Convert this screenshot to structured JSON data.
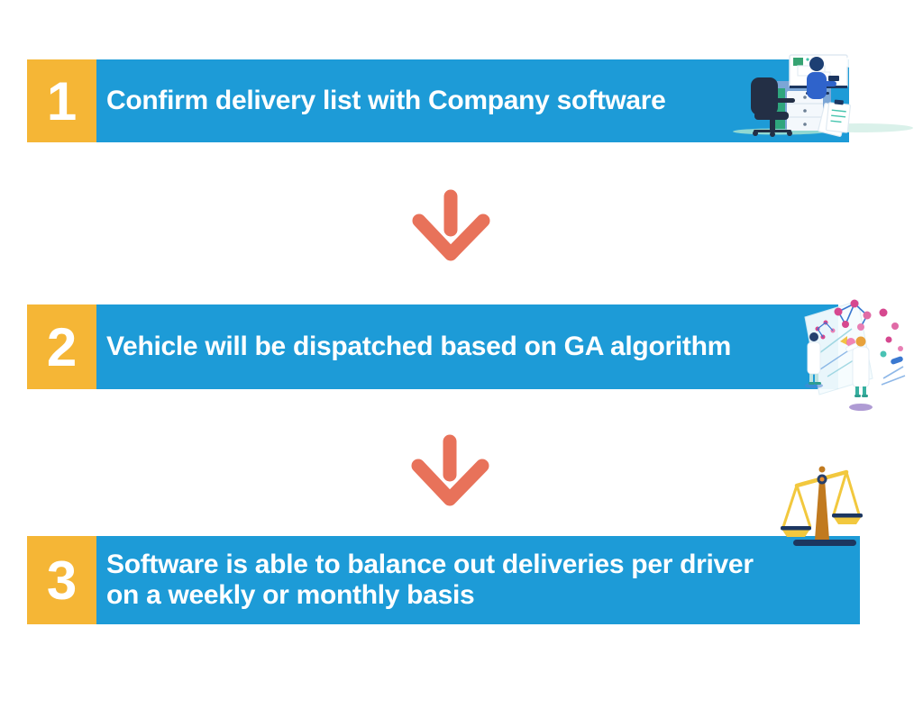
{
  "colors": {
    "bar_blue": "#1d9bd7",
    "number_yellow": "#f5b636",
    "text_white": "#ffffff",
    "arrow_coral": "#e8725a"
  },
  "steps": [
    {
      "number": "1",
      "text": "Confirm delivery list with Company software",
      "illustration": "person-working-at-computer-desk-illustration"
    },
    {
      "number": "2",
      "text": "Vehicle will be dispatched based on GA algorithm",
      "illustration": "scientists-at-ga-network-board-illustration"
    },
    {
      "number": "3",
      "text": "Software is able to balance out deliveries per driver\non a weekly or monthly basis",
      "illustration": "balance-scale-illustration"
    }
  ],
  "connectors": [
    {
      "icon": "down-arrow-icon"
    },
    {
      "icon": "down-arrow-icon"
    }
  ]
}
